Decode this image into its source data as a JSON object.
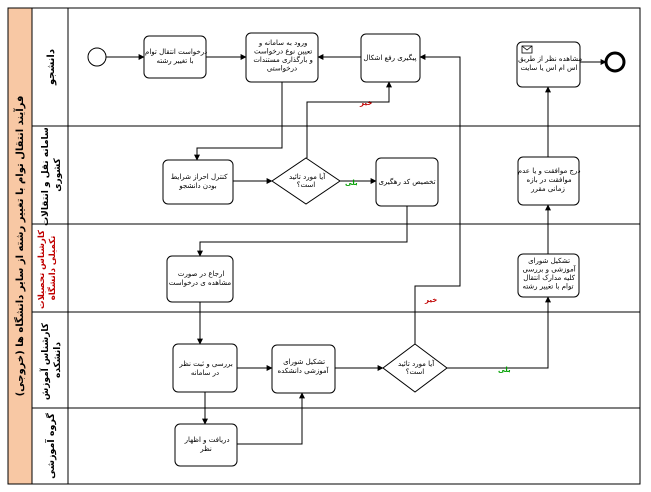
{
  "pool": {
    "title": "فرآیند انتقال توام با تغییر رشته از سایر دانشگاه ها (خروجی)"
  },
  "lanes": [
    {
      "id": "student",
      "label": "دانشجو",
      "label_color": "#000000"
    },
    {
      "id": "system",
      "label": "سامانه نقل و انتقالات کشوری",
      "label_color": "#000000"
    },
    {
      "id": "education",
      "label": "کارشناس تحصیلات تکمیلی دانشگاه",
      "label_color": "#c00000"
    },
    {
      "id": "faculty",
      "label": "کارشناس آموزش دانشکده",
      "label_color": "#000000"
    },
    {
      "id": "group",
      "label": "گروه آموزشی",
      "label_color": "#000000"
    }
  ],
  "tasks": {
    "request": "درخواست انتقال توام با تغییر رشته",
    "login": "ورود به سامانه و تعیین نوع درخواست و بارگذاری مستندات درخواستی",
    "followup": "پیگیری رفع اشکال",
    "notify": "مشاهده نظر از طریق اس ام اس یا سایت",
    "check": "کنترل احراز شرایط بودن دانشجو",
    "assign_code": "تخصیص کد رهگیری",
    "final_approval": "درج موافقت و یا عدم موافقت در بازه زمانی مقرر",
    "refer": "ارجاع در صورت مشاهده ی درخواست",
    "council": "تشکیل شورای آموزشی و بررسی کلیه مدارک انتقال توام با تغییر رشته",
    "review": "بررسی و ثبت نظر در سامانه",
    "faculty_council": "تشکیل شورای آموزشی دانشکده",
    "group_opinion": "دریافت و اظهار نظر"
  },
  "gateways": {
    "g1": "آیا مورد تائید است؟",
    "g2": "آیا مورد تائید است؟"
  },
  "flow_labels": {
    "yes": "بلی",
    "no": "خیر"
  },
  "colors": {
    "pool_header": "#f8c8a4",
    "yes": "#00a000",
    "no": "#c00000"
  }
}
